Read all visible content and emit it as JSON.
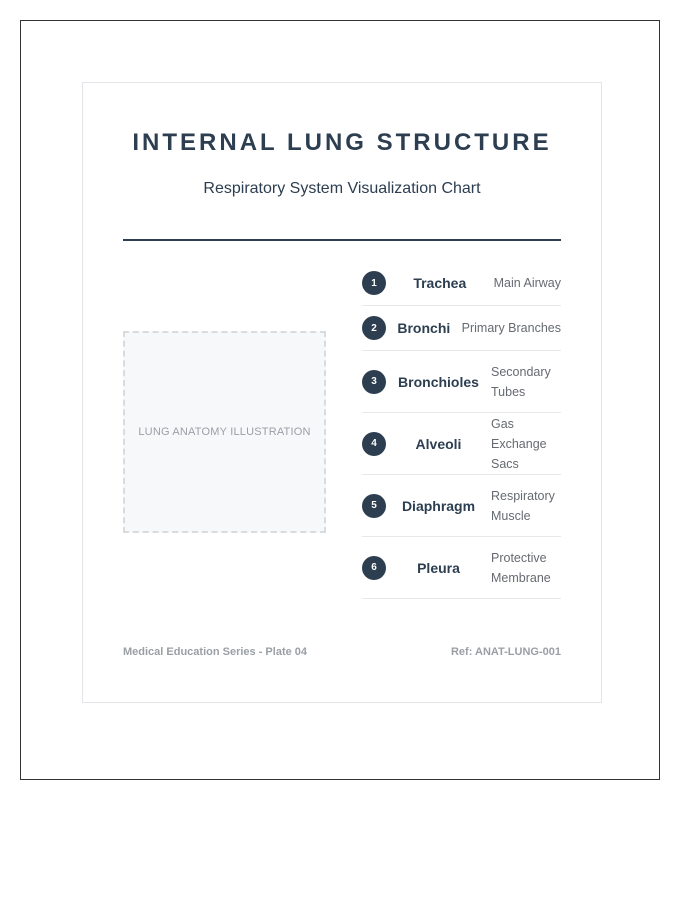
{
  "header": {
    "title": "INTERNAL LUNG STRUCTURE",
    "subtitle": "Respiratory System Visualization Chart"
  },
  "illustration": {
    "placeholder_text": "LUNG ANATOMY ILLUSTRATION"
  },
  "legend": {
    "items": [
      {
        "number": "1",
        "term": "Trachea",
        "description": "Main Airway"
      },
      {
        "number": "2",
        "term": "Bronchi",
        "description": "Primary Branches"
      },
      {
        "number": "3",
        "term": "Bronchioles",
        "description": "Secondary Tubes"
      },
      {
        "number": "4",
        "term": "Alveoli",
        "description": "Gas Exchange Sacs"
      },
      {
        "number": "5",
        "term": "Diaphragm",
        "description": "Respiratory Muscle"
      },
      {
        "number": "6",
        "term": "Pleura",
        "description": "Protective Membrane"
      }
    ]
  },
  "footer": {
    "series": "Medical Education Series - Plate 04",
    "reference": "Ref: ANAT-LUNG-001"
  },
  "colors": {
    "primary": "#2c3e50",
    "muted": "#9a9fa5",
    "border": "#e3e5e8"
  }
}
